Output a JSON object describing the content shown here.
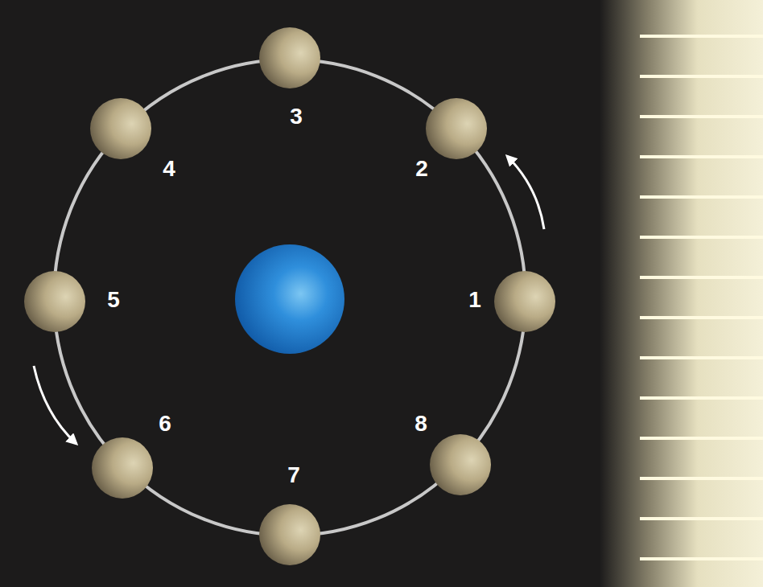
{
  "diagram": {
    "labels": [
      "1",
      "2",
      "3",
      "4",
      "5",
      "6",
      "7",
      "8"
    ]
  }
}
